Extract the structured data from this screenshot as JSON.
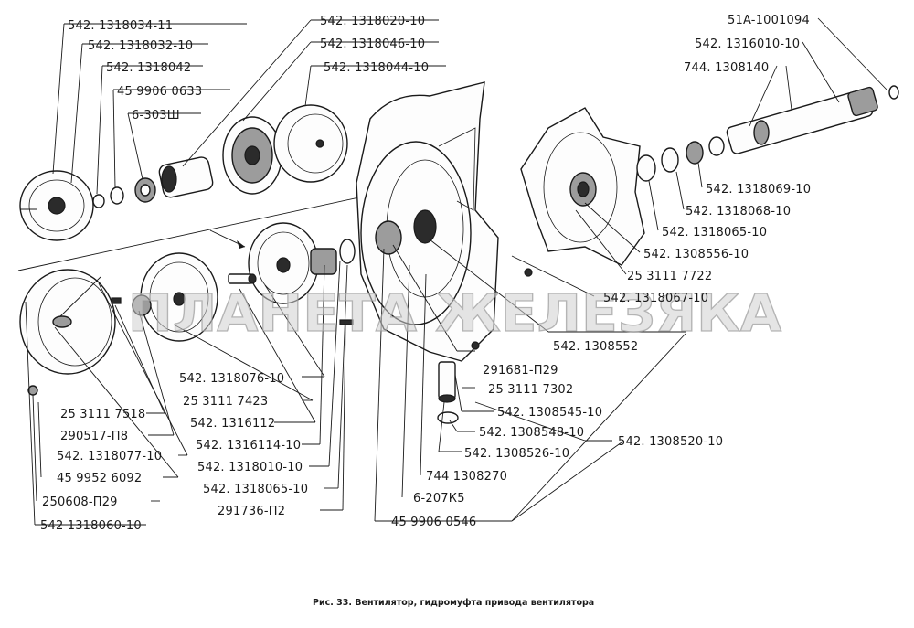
{
  "labels": {
    "l01": "542. 1318034-11",
    "l02": "542. 1318032-10",
    "l03": "542. 1318042",
    "l04": "45 9906 0633",
    "l05": "6-303Ш",
    "l06": "542. 1318020-10",
    "l07": "542. 1318046-10",
    "l08": "542. 1318044-10",
    "l09": "51A-1001094",
    "l10": "542. 1316010-10",
    "l11": "744. 1308140",
    "l12": "542. 1318069-10",
    "l13": "542. 1318068-10",
    "l14": "542. 1318065-10",
    "l15": "542. 1308556-10",
    "l16": "25 3111 7722",
    "l17": "542. 1318067-10",
    "l18": "542. 1308552",
    "l19": "291681-П29",
    "l20": "25 3111 7302",
    "l21": "542. 1308545-10",
    "l22": "542. 1308548-10",
    "l23": "542. 1308526-10",
    "l24": "542. 1308520-10",
    "l25": "744  1308270",
    "l26": "6-207К5",
    "l27": "45 9906 0546",
    "l28": "542. 1318076-10",
    "l29": "25 3111 7423",
    "l30": "542. 1316112",
    "l31": "542. 1316114-10",
    "l32": "542. 1318010-10",
    "l33": "542. 1318065-10",
    "l34": "291736-П2",
    "l35": "25 3111 7518",
    "l36": "290517-П8",
    "l37": "542. 1318077-10",
    "l38": "45 9952 6092",
    "l39": "250608-П29",
    "l40": "542  1318060-10"
  },
  "caption": "Рис. 33. Вентилятор, гидромуфта привода вентилятора",
  "watermark": "ПЛАНЕТА ЖЕЛЕЗЯКА"
}
